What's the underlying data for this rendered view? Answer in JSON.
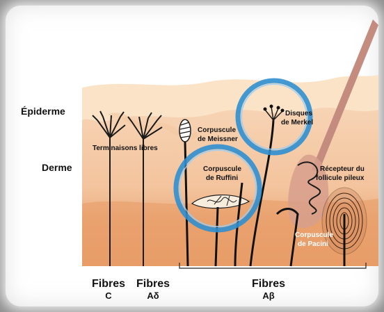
{
  "layers": {
    "epidermis": "Épiderme",
    "dermis": "Derme"
  },
  "receptors": {
    "free_endings": "Terminaisons libres",
    "meissner": [
      "Corpuscule",
      "de Meissner"
    ],
    "merkel": [
      "Disques",
      "de Merkel"
    ],
    "ruffini": [
      "Corpuscule",
      "de Ruffini"
    ],
    "hair_follicle": [
      "Récepteur du",
      "follicule pileux"
    ],
    "pacini": [
      "Corpuscule",
      "de Pacini"
    ]
  },
  "fibers": {
    "c": [
      "Fibres",
      "C"
    ],
    "a_delta": [
      "Fibres",
      "Aδ"
    ],
    "a_beta": [
      "Fibres",
      "Aβ"
    ]
  },
  "colors": {
    "epidermis_light": "#fbe7d3",
    "epidermis_mid": "#f6cfa8",
    "dermis_upper": "#f4c4a0",
    "dermis_lower": "#eca374",
    "highlight_ring": "#3c9bd6",
    "hair": "#c89283"
  }
}
